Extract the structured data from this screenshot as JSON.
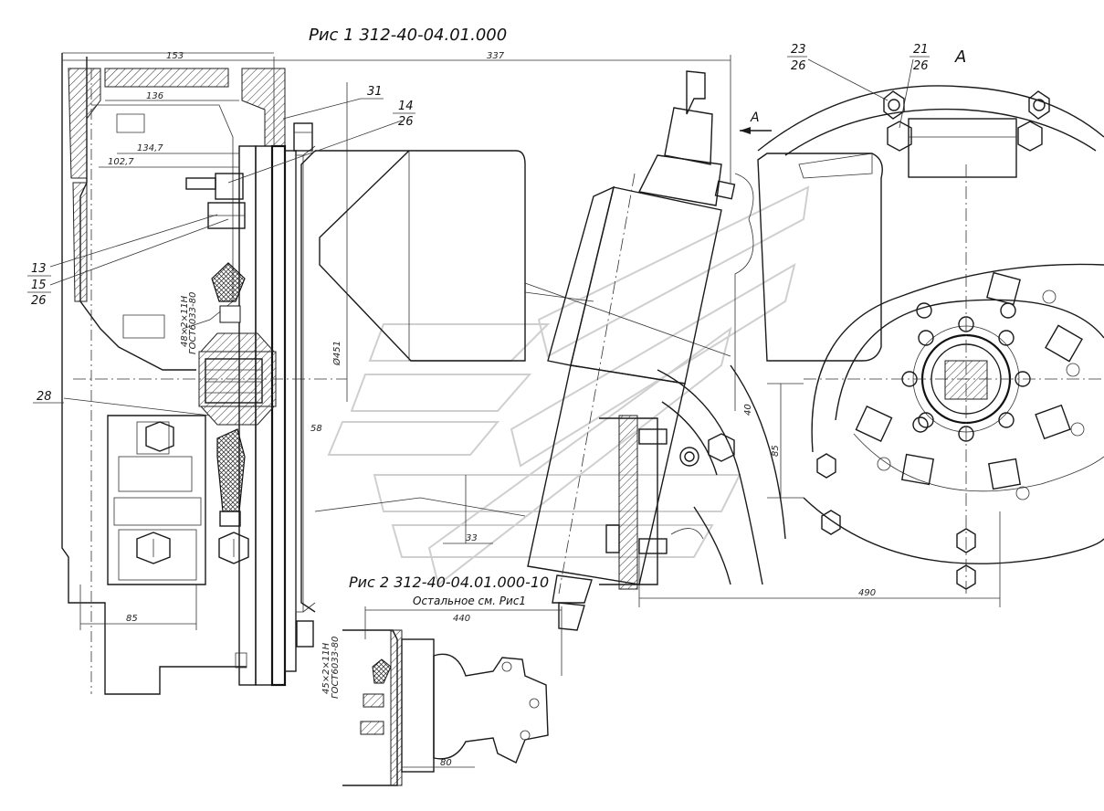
{
  "titles": {
    "fig1": "Рис 1   312-40-04.01.000",
    "fig2": "Рис 2   312-40-04.01.000-10",
    "fig2_note": "Остальное см. Рис1",
    "view_a": "А",
    "section_arrow": "А"
  },
  "callouts": {
    "c23": "23",
    "c26a": "26",
    "c21": "21",
    "c26b": "26",
    "c31": "31",
    "c14": "14",
    "c26c": "26",
    "c13": "13",
    "c15": "15",
    "c26d": "26",
    "c28": "28"
  },
  "dimensions": {
    "d153": "153",
    "d337": "337",
    "d136": "136",
    "d1347": "134,7",
    "d1027": "102,7",
    "d85a": "85",
    "d58": "58",
    "d451": "Ø451",
    "d33": "33",
    "d40": "40",
    "d85b": "85",
    "d490": "490",
    "d440": "440",
    "d80": "80",
    "spline1": "48×2×11Н",
    "spline1_std": "ГОСТ6033-80",
    "spline2": "45×2×11Н",
    "spline2_std": "ГОСТ6033-80"
  },
  "colors": {
    "ink": "#1a1a1a",
    "paper": "#ffffff",
    "watermark": "#cfcfcf"
  }
}
